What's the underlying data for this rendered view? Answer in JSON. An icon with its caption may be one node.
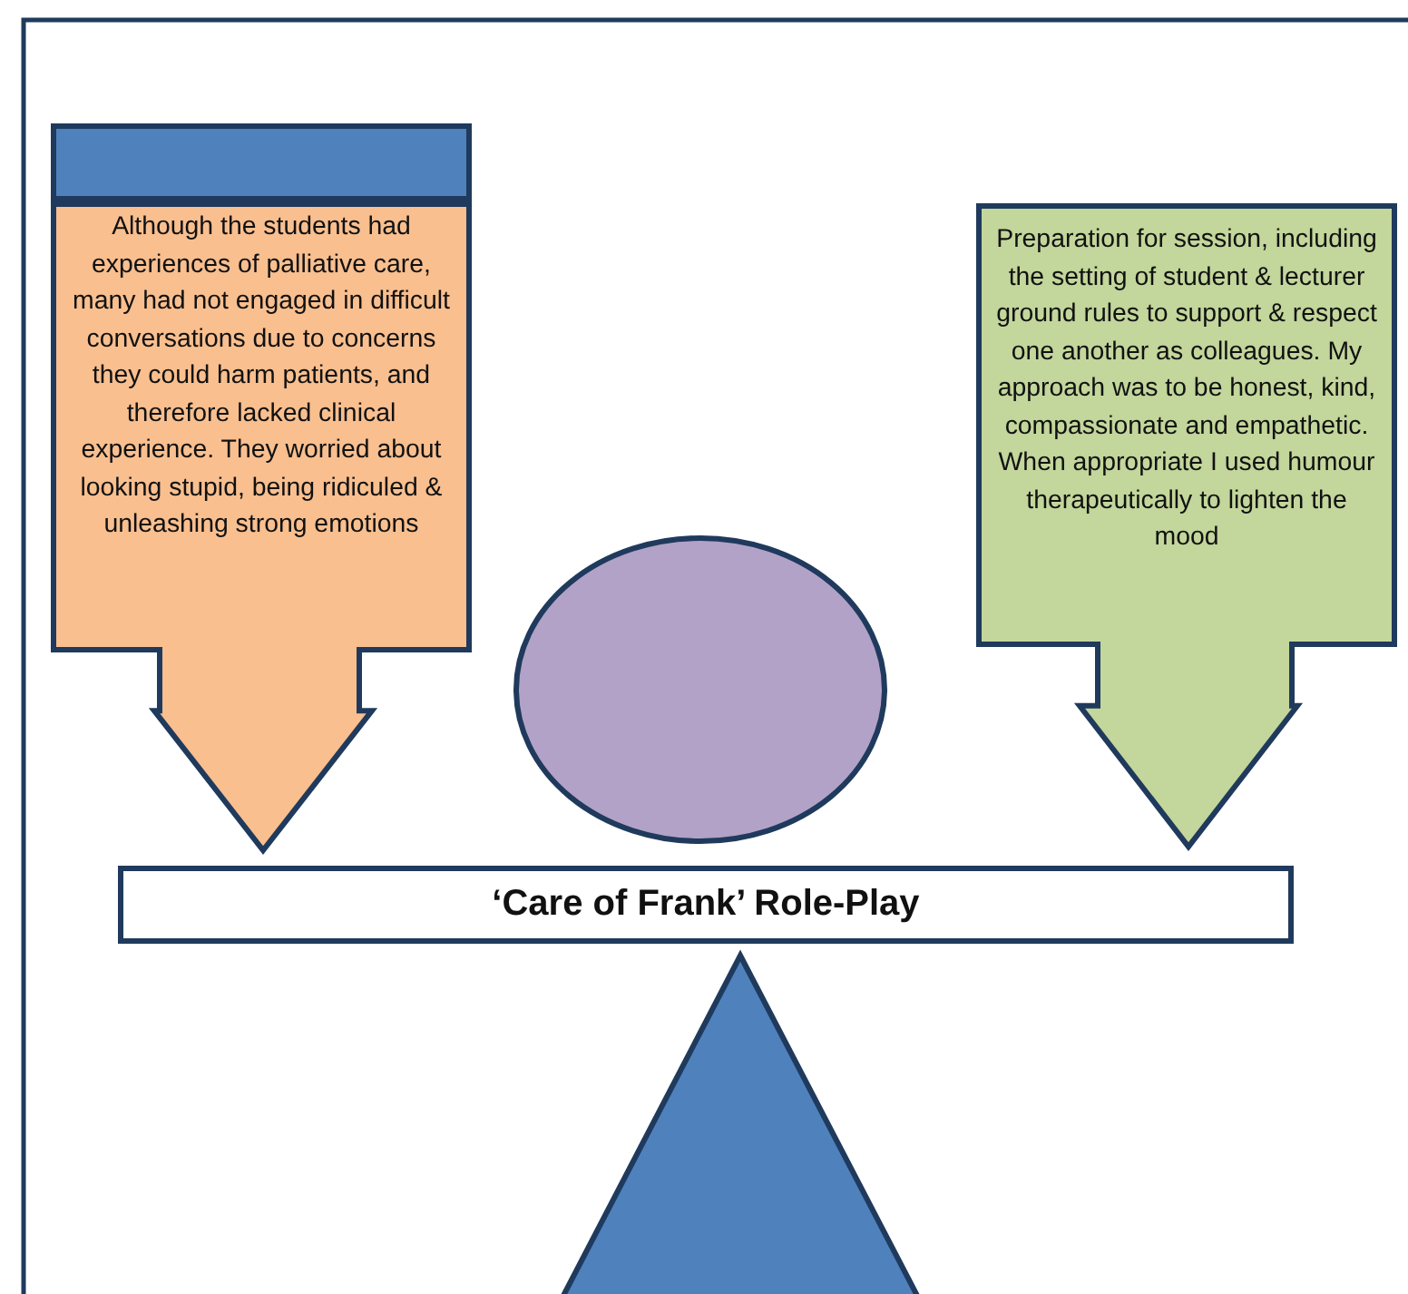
{
  "diagram": {
    "nodes": [
      {
        "text": [],
        "shape": "bar"
      },
      {
        "text": [
          "Although the students had experiences of palliative care, many had not engaged in difficult conversations due to concerns they could harm patients, and therefore lacked clinical experience. They worried about looking stupid, being ridiculed & unleashing strong emotions"
        ]
      },
      {
        "text": [
          "Preparation for session, including the setting of student & lecturer ground rules to support & respect one another as colleagues. My approach was to be honest, kind, compassionate and empathetic.  When appropriate I used humour therapeutically to lighten the mood"
        ]
      },
      {
        "text": [],
        "shape": "circle"
      },
      {
        "text": [
          "‘Care of Frank’ Role-Play"
        ]
      },
      {
        "text": [],
        "shape": "triangle"
      }
    ],
    "edges": []
  }
}
